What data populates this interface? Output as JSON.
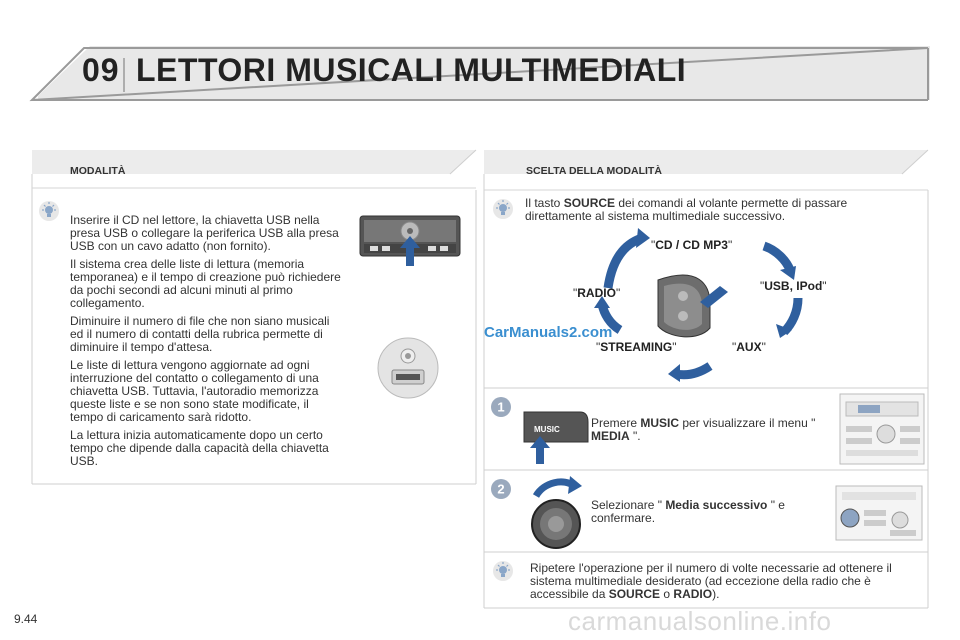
{
  "header": {
    "chapter_number": "09",
    "chapter_title": "LETTORI MUSICALI MULTIMEDIALI"
  },
  "left": {
    "heading": "MODALITÀ",
    "paragraphs": [
      "Inserire il CD nel lettore, la chiavetta USB nella presa USB o collegare la periferica USB alla presa USB con un cavo adatto (non fornito).",
      "Il sistema crea delle liste di lettura (memoria temporanea) e il tempo di creazione può richiedere da pochi secondi ad alcuni minuti al primo collegamento.",
      "Diminuire il numero di file che non siano musicali ed il numero di contatti della rubrica permette di diminuire il tempo d'attesa.",
      "Le liste di lettura vengono aggiornate ad ogni interruzione del contatto o collegamento di una chiavetta USB. Tuttavia, l'autoradio memorizza queste liste e se non sono state modificate, il tempo di caricamento sarà ridotto.",
      "La lettura inizia automaticamente dopo un certo tempo che dipende dalla capacità della chiavetta USB."
    ]
  },
  "right": {
    "heading": "SCELTA DELLA MODALITÀ",
    "intro_pre": "Il tasto ",
    "intro_bold": "SOURCE",
    "intro_post": " dei comandi al volante permette di passare direttamente al sistema multimediale successivo.",
    "modes": {
      "cd": "CD / CD MP3",
      "usb": "USB, IPod",
      "aux": "AUX",
      "streaming": "STREAMING",
      "radio": "RADIO"
    },
    "step1": {
      "number": "1",
      "pre": "Premere ",
      "bold": "MUSIC",
      "mid": " per visualizzare il menu \" ",
      "bold2": "MEDIA",
      "post": " \".",
      "button_label": "MUSIC"
    },
    "step2": {
      "number": "2",
      "pre": "Selezionare \" ",
      "bold": "Media successivo",
      "post": " \" e confermare."
    },
    "footer": {
      "pre": "Ripetere l'operazione per il numero di volte necessarie ad ottenere il sistema multimediale desiderato (ad eccezione della radio che è accessibile da ",
      "bold1": "SOURCE",
      "mid": " o ",
      "bold2": "RADIO",
      "post": ")."
    }
  },
  "watermarks": {
    "carmanuals": "CarManuals2.com",
    "manualsonline": "carmanualsonline.info"
  },
  "page_number": "9.44",
  "colors": {
    "arrow_blue": "#2f5f9e",
    "line_gray": "#cfcfcf",
    "watermark_blue": "#3b8fd0"
  }
}
